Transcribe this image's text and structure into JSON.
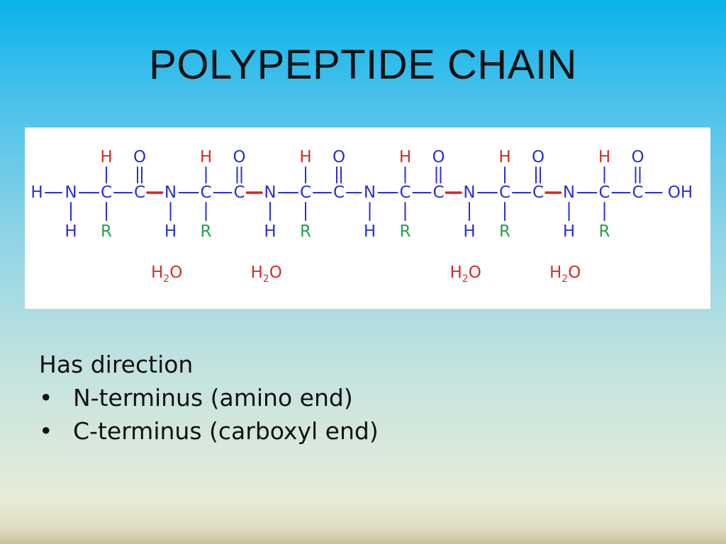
{
  "title": "POLYPEPTIDE CHAIN",
  "diagram": {
    "n_terminal_h": "H",
    "c_terminal_oh": "OH",
    "residues": [
      {
        "amino_n": "N",
        "amino_h": "H",
        "alpha_c": "C",
        "alpha_h": "H",
        "side_chain": "R",
        "carbonyl_c": "C",
        "carbonyl_o": "O"
      },
      {
        "amino_n": "N",
        "amino_h": "H",
        "alpha_c": "C",
        "alpha_h": "H",
        "side_chain": "R",
        "carbonyl_c": "C",
        "carbonyl_o": "O"
      },
      {
        "amino_n": "N",
        "amino_h": "H",
        "alpha_c": "C",
        "alpha_h": "H",
        "side_chain": "R",
        "carbonyl_c": "C",
        "carbonyl_o": "O"
      },
      {
        "amino_n": "N",
        "amino_h": "H",
        "alpha_c": "C",
        "alpha_h": "H",
        "side_chain": "R",
        "carbonyl_c": "C",
        "carbonyl_o": "O"
      },
      {
        "amino_n": "N",
        "amino_h": "H",
        "alpha_c": "C",
        "alpha_h": "H",
        "side_chain": "R",
        "carbonyl_c": "C",
        "carbonyl_o": "O"
      },
      {
        "amino_n": "N",
        "amino_h": "H",
        "alpha_c": "C",
        "alpha_h": "H",
        "side_chain": "R",
        "carbonyl_c": "C",
        "carbonyl_o": "O"
      }
    ],
    "peptide_bond_marks": [
      true,
      true,
      false,
      true,
      true
    ],
    "water_labels": [
      {
        "base": "H",
        "sub": "2",
        "tail": "O"
      },
      {
        "base": "H",
        "sub": "2",
        "tail": "O"
      },
      {
        "base": "H",
        "sub": "2",
        "tail": "O"
      },
      {
        "base": "H",
        "sub": "2",
        "tail": "O"
      }
    ],
    "colors": {
      "nitrogen": "#2b2fd6",
      "carbon": "#2b2fd6",
      "hydrogen_on_alpha": "#d62b2b",
      "oxygen": "#2b2fd6",
      "side_chain": "#22a24a",
      "peptide_bond": "#e02020",
      "water": "#d62b2b",
      "bond": "#2b2fd6"
    }
  },
  "notes": {
    "heading": "Has direction",
    "items": [
      {
        "bullet": "•",
        "text": "N-terminus (amino end)"
      },
      {
        "bullet": "•",
        "text": "C-terminus (carboxyl end)"
      }
    ]
  }
}
